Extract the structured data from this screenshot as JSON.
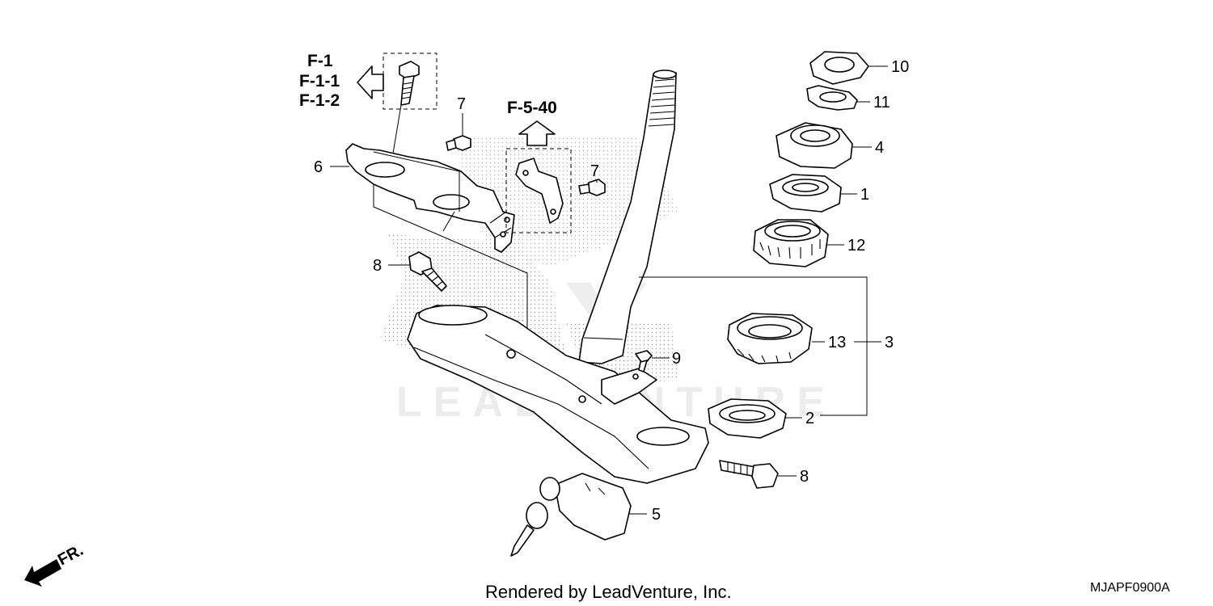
{
  "references": {
    "f1": "F-1",
    "f11": "F-1-1",
    "f12": "F-1-2",
    "f540": "F-5-40"
  },
  "callouts": {
    "p1": "1",
    "p2": "2",
    "p3": "3",
    "p4": "4",
    "p5": "5",
    "p6": "6",
    "p7a": "7",
    "p7b": "7",
    "p8a": "8",
    "p8b": "8",
    "p9": "9",
    "p10": "10",
    "p11": "11",
    "p12": "12",
    "p13": "13"
  },
  "watermark": "LEADVENTURE",
  "orientation_label": "FR.",
  "footer": {
    "rendered_by": "Rendered by LeadVenture, Inc.",
    "diagram_code": "MJAPF0900A"
  }
}
